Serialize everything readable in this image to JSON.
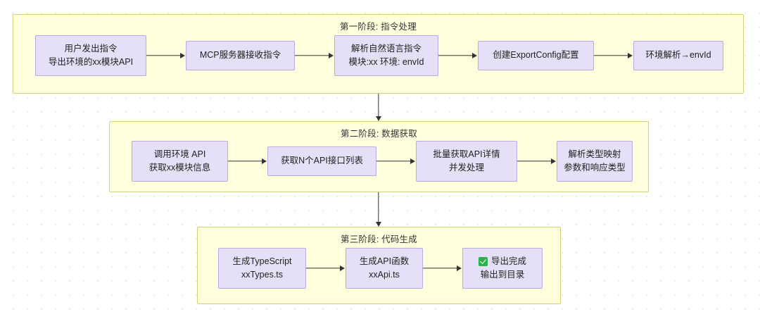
{
  "diagram": {
    "type": "flowchart",
    "direction": "top-to-bottom, stages left-to-right",
    "background": "#ffffff",
    "dot_grid": true,
    "colors": {
      "stage_fill": "#ffffde",
      "stage_border": "#d2d17a",
      "node_fill": "#e5e0f7",
      "node_border": "#b8a9e8",
      "arrow": "#333333",
      "check_green": "#2bb24c"
    },
    "stages": [
      {
        "id": "stage-1",
        "title": "第一阶段: 指令处理",
        "nodes": [
          {
            "id": "n1",
            "lines": [
              "用户发出指令",
              "导出环境的xx模块API"
            ],
            "icon": null
          },
          {
            "id": "n2",
            "lines": [
              "MCP服务器接收指令"
            ],
            "icon": null
          },
          {
            "id": "n3",
            "lines": [
              "解析自然语言指令",
              "模块:xx 环境: envId"
            ],
            "icon": null
          },
          {
            "id": "n4",
            "lines": [
              "创建ExportConfig配置"
            ],
            "icon": null
          },
          {
            "id": "n5",
            "lines": [
              "环境解析→envId"
            ],
            "icon": null
          }
        ]
      },
      {
        "id": "stage-2",
        "title": "第二阶段: 数据获取",
        "nodes": [
          {
            "id": "n6",
            "lines": [
              "调用环境 API",
              "获取xx模块信息"
            ],
            "icon": null
          },
          {
            "id": "n7",
            "lines": [
              "获取N个API接口列表"
            ],
            "icon": null
          },
          {
            "id": "n8",
            "lines": [
              "批量获取API详情",
              "并发处理"
            ],
            "icon": null
          },
          {
            "id": "n9",
            "lines": [
              "解析类型映射",
              "参数和响应类型"
            ],
            "icon": null
          }
        ]
      },
      {
        "id": "stage-3",
        "title": "第三阶段: 代码生成",
        "nodes": [
          {
            "id": "n10",
            "lines": [
              "生成TypeScript",
              "xxTypes.ts"
            ],
            "icon": null
          },
          {
            "id": "n11",
            "lines": [
              "生成API函数",
              "xxApi.ts"
            ],
            "icon": null
          },
          {
            "id": "n12",
            "lines": [
              "导出完成",
              "输出到目录"
            ],
            "icon": "check-mark-icon"
          }
        ]
      }
    ]
  }
}
